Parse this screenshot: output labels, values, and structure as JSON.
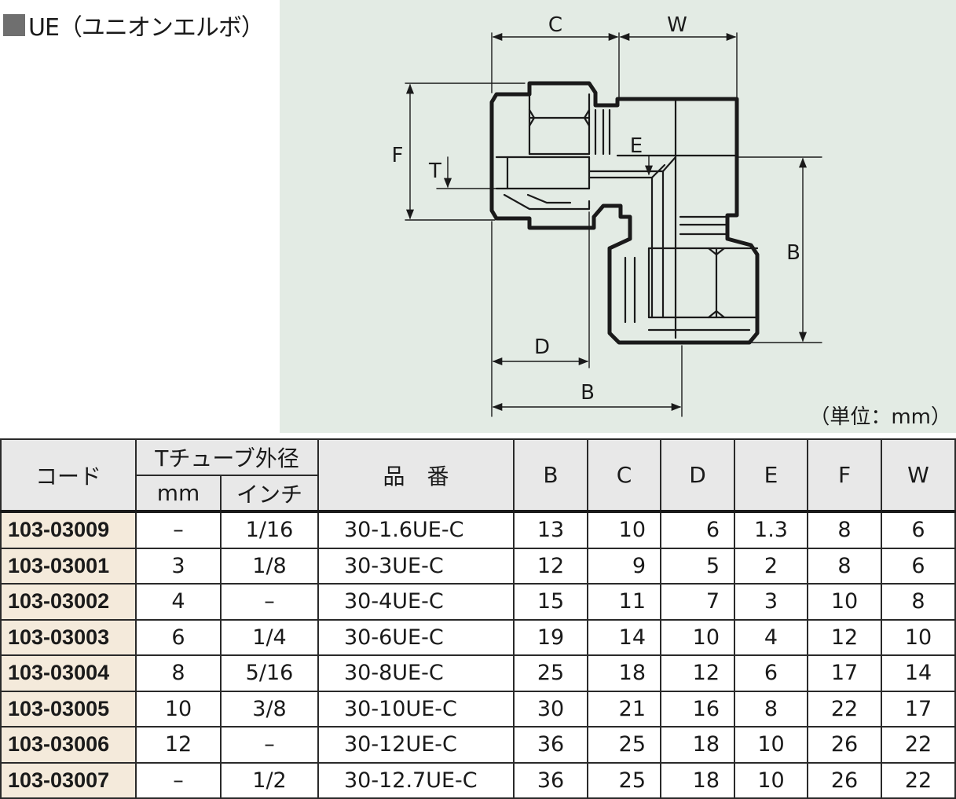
{
  "title": "UE（ユニオンエルボ）",
  "drawing": {
    "dim_labels": {
      "C": "C",
      "W": "W",
      "F": "F",
      "T": "T",
      "E": "E",
      "B_right": "B",
      "D": "D",
      "B_bottom": "B"
    },
    "unit": "（単位：mm）",
    "colors": {
      "background": "#e3ebe4",
      "line": "#1a1a1a"
    }
  },
  "table": {
    "headers": {
      "code": "コード",
      "tube": "Tチューブ外径",
      "mm": "mm",
      "inch": "インチ",
      "part": "品　番",
      "B": "B",
      "C": "C",
      "D": "D",
      "E": "E",
      "F": "F",
      "W": "W"
    },
    "rows": [
      {
        "code": "103-03009",
        "mm": "–",
        "inch": "1/16",
        "part": "30-1.6UE-C",
        "B": "13",
        "C": "10",
        "D": "6",
        "E": "1.3",
        "F": "8",
        "W": "6"
      },
      {
        "code": "103-03001",
        "mm": "3",
        "inch": "1/8",
        "part": "30-3UE-C",
        "B": "12",
        "C": "9",
        "D": "5",
        "E": "2",
        "F": "8",
        "W": "6"
      },
      {
        "code": "103-03002",
        "mm": "4",
        "inch": "–",
        "part": "30-4UE-C",
        "B": "15",
        "C": "11",
        "D": "7",
        "E": "3",
        "F": "10",
        "W": "8"
      },
      {
        "code": "103-03003",
        "mm": "6",
        "inch": "1/4",
        "part": "30-6UE-C",
        "B": "19",
        "C": "14",
        "D": "10",
        "E": "4",
        "F": "12",
        "W": "10"
      },
      {
        "code": "103-03004",
        "mm": "8",
        "inch": "5/16",
        "part": "30-8UE-C",
        "B": "25",
        "C": "18",
        "D": "12",
        "E": "6",
        "F": "17",
        "W": "14"
      },
      {
        "code": "103-03005",
        "mm": "10",
        "inch": "3/8",
        "part": "30-10UE-C",
        "B": "30",
        "C": "21",
        "D": "16",
        "E": "8",
        "F": "22",
        "W": "17"
      },
      {
        "code": "103-03006",
        "mm": "12",
        "inch": "–",
        "part": "30-12UE-C",
        "B": "36",
        "C": "25",
        "D": "18",
        "E": "10",
        "F": "26",
        "W": "22"
      },
      {
        "code": "103-03007",
        "mm": "–",
        "inch": "1/2",
        "part": "30-12.7UE-C",
        "B": "36",
        "C": "25",
        "D": "18",
        "E": "10",
        "F": "26",
        "W": "22"
      }
    ]
  }
}
